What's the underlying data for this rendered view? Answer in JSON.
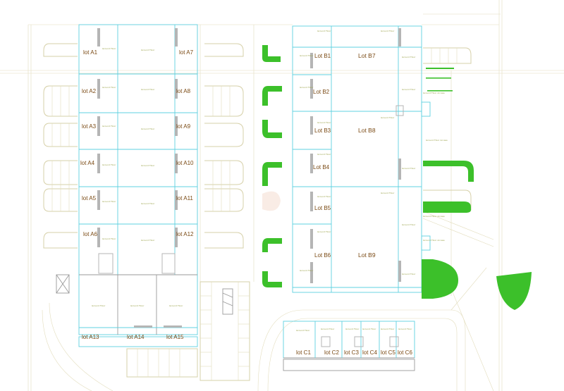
{
  "plan": {
    "block_a_lots": [
      {
        "id": "a1",
        "label": "lot A1"
      },
      {
        "id": "a2",
        "label": "lot A2"
      },
      {
        "id": "a3",
        "label": "lot A3"
      },
      {
        "id": "a4",
        "label": "lot A4"
      },
      {
        "id": "a5",
        "label": "lot A5"
      },
      {
        "id": "a6",
        "label": "lot A6"
      },
      {
        "id": "a7",
        "label": "lot A7"
      },
      {
        "id": "a8",
        "label": "lot A8"
      },
      {
        "id": "a9",
        "label": "lot A9"
      },
      {
        "id": "a10",
        "label": "lot A10"
      },
      {
        "id": "a11",
        "label": "lot A11"
      },
      {
        "id": "a12",
        "label": "lot A12"
      },
      {
        "id": "a13",
        "label": "lot A13"
      },
      {
        "id": "a14",
        "label": "lot A14"
      },
      {
        "id": "a15",
        "label": "lot A15"
      }
    ],
    "block_b_lots": [
      {
        "id": "b1",
        "label": "Lot B1"
      },
      {
        "id": "b2",
        "label": "Lot B2"
      },
      {
        "id": "b3",
        "label": "Lot B3"
      },
      {
        "id": "b4",
        "label": "Lot B4"
      },
      {
        "id": "b5",
        "label": "Lot B5"
      },
      {
        "id": "b6",
        "label": "Lot B6"
      },
      {
        "id": "b7",
        "label": "Lot B7"
      },
      {
        "id": "b8",
        "label": "Lot B8"
      },
      {
        "id": "b9",
        "label": "Lot B9"
      }
    ],
    "block_c_lots": [
      {
        "id": "c1",
        "label": "lot C1"
      },
      {
        "id": "c2",
        "label": "lot C2"
      },
      {
        "id": "c3",
        "label": "lot C3"
      },
      {
        "id": "c4",
        "label": "lot C4"
      },
      {
        "id": "c5",
        "label": "lot C5"
      },
      {
        "id": "c6",
        "label": "lot C6"
      }
    ],
    "colors": {
      "landscape_green": "#3cc02a",
      "lot_outline": "#5fd0e0",
      "parking_lines": "#d6d0a8",
      "label_text": "#7a4a14"
    }
  }
}
